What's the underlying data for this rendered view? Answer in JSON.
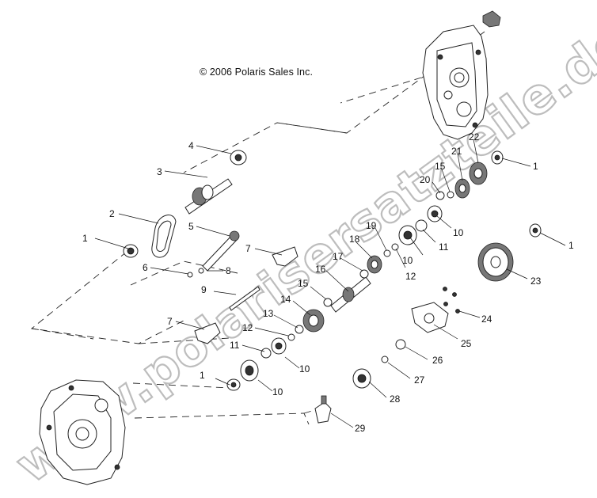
{
  "diagram": {
    "copyright": "© 2006 Polaris Sales Inc.",
    "watermark": "www.polarisersatzteile.de",
    "callouts": [
      {
        "id": "c1a",
        "label": "1"
      },
      {
        "id": "c1b",
        "label": "1"
      },
      {
        "id": "c1c",
        "label": "1"
      },
      {
        "id": "c1d",
        "label": "1"
      },
      {
        "id": "c2",
        "label": "2"
      },
      {
        "id": "c3",
        "label": "3"
      },
      {
        "id": "c4",
        "label": "4"
      },
      {
        "id": "c5",
        "label": "5"
      },
      {
        "id": "c6",
        "label": "6"
      },
      {
        "id": "c7a",
        "label": "7"
      },
      {
        "id": "c7b",
        "label": "7"
      },
      {
        "id": "c8",
        "label": "8"
      },
      {
        "id": "c9",
        "label": "9"
      },
      {
        "id": "c10a",
        "label": "10"
      },
      {
        "id": "c10b",
        "label": "10"
      },
      {
        "id": "c10c",
        "label": "10"
      },
      {
        "id": "c10d",
        "label": "10"
      },
      {
        "id": "c11a",
        "label": "11"
      },
      {
        "id": "c11b",
        "label": "11"
      },
      {
        "id": "c12a",
        "label": "12"
      },
      {
        "id": "c12b",
        "label": "12"
      },
      {
        "id": "c13",
        "label": "13"
      },
      {
        "id": "c14",
        "label": "14"
      },
      {
        "id": "c15a",
        "label": "15"
      },
      {
        "id": "c15b",
        "label": "15"
      },
      {
        "id": "c16",
        "label": "16"
      },
      {
        "id": "c17",
        "label": "17"
      },
      {
        "id": "c18",
        "label": "18"
      },
      {
        "id": "c19",
        "label": "19"
      },
      {
        "id": "c20",
        "label": "20"
      },
      {
        "id": "c21",
        "label": "21"
      },
      {
        "id": "c22",
        "label": "22"
      },
      {
        "id": "c23",
        "label": "23"
      },
      {
        "id": "c24",
        "label": "24"
      },
      {
        "id": "c25",
        "label": "25"
      },
      {
        "id": "c26",
        "label": "26"
      },
      {
        "id": "c27",
        "label": "27"
      },
      {
        "id": "c28",
        "label": "28"
      },
      {
        "id": "c29",
        "label": "29"
      }
    ]
  }
}
